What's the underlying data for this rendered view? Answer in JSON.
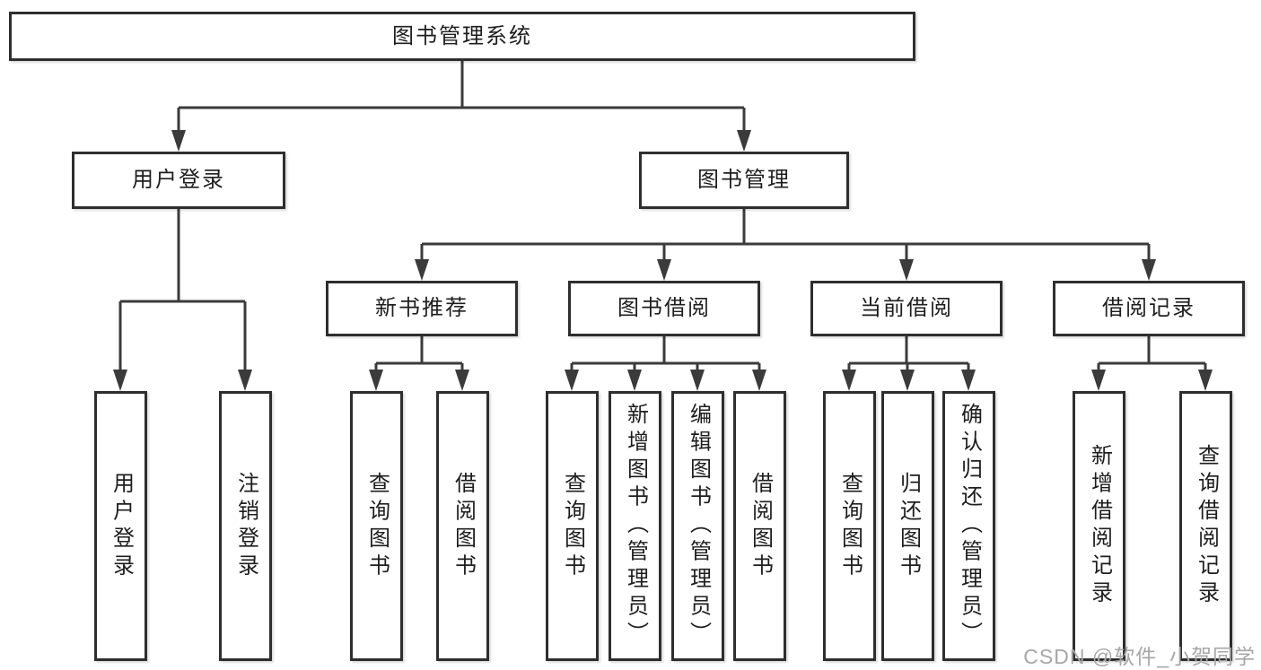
{
  "diagram_type": "hierarchy-tree",
  "tree": {
    "label": "图书管理系统",
    "children": [
      {
        "label": "用户登录",
        "children": [
          {
            "label": "用户登录"
          },
          {
            "label": "注销登录"
          }
        ]
      },
      {
        "label": "图书管理",
        "children": [
          {
            "label": "新书推荐",
            "children": [
              {
                "label": "查询图书"
              },
              {
                "label": "借阅图书"
              }
            ]
          },
          {
            "label": "图书借阅",
            "children": [
              {
                "label": "查询图书"
              },
              {
                "label": "新增图书（管理员）"
              },
              {
                "label": "编辑图书（管理员）"
              },
              {
                "label": "借阅图书"
              }
            ]
          },
          {
            "label": "当前借阅",
            "children": [
              {
                "label": "查询图书"
              },
              {
                "label": "归还图书"
              },
              {
                "label": "确认归还（管理员）"
              }
            ]
          },
          {
            "label": "借阅记录",
            "children": [
              {
                "label": "新增借阅记录"
              },
              {
                "label": "查询借阅记录"
              }
            ]
          }
        ]
      }
    ]
  },
  "watermark": {
    "text": "CSDN @软件_小贺同学"
  },
  "colors": {
    "background": "#ffffff",
    "line": "#3b3b3b",
    "box_border": "#2e2e2e",
    "text": "#1e1e1e",
    "watermark": "#a7a7a7"
  }
}
